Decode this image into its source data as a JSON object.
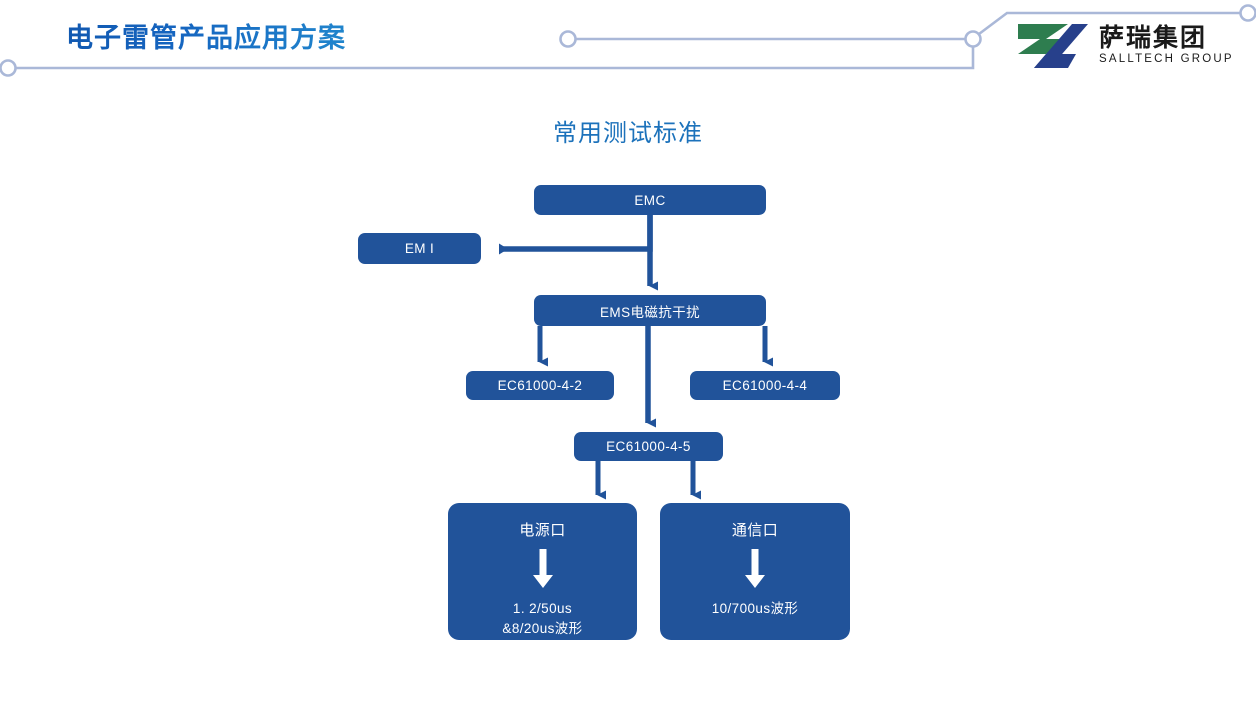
{
  "header": {
    "title": "电子雷管产品应用方案",
    "title_color": "#1565C0",
    "line_color": "#aab8d8",
    "logo": {
      "name_cn": "萨瑞集团",
      "name_en": "SALLTECH GROUP",
      "mark_green": "#2e7d4f",
      "mark_blue": "#27408b"
    }
  },
  "section": {
    "heading": "常用测试标准",
    "heading_color": "#1c72bb"
  },
  "chart_data": {
    "type": "diagram",
    "title": "常用测试标准",
    "node_fill": "#21539A",
    "node_text_color": "#ffffff",
    "connector_color": "#21539A",
    "nodes": [
      {
        "id": "emc",
        "label": "EMC"
      },
      {
        "id": "emi",
        "label": "EM I"
      },
      {
        "id": "ems",
        "label": "EMS电磁抗干扰"
      },
      {
        "id": "ec442",
        "label": "EC61000-4-2"
      },
      {
        "id": "ec444",
        "label": "EC61000-4-4"
      },
      {
        "id": "ec445",
        "label": "EC61000-4-5"
      },
      {
        "id": "power",
        "label": "电源口",
        "detail": "1. 2/50us\n&8/20us波形"
      },
      {
        "id": "comm",
        "label": "通信口",
        "detail": "10/700us波形"
      }
    ],
    "edges": [
      {
        "from": "emc",
        "to": "emi"
      },
      {
        "from": "emc",
        "to": "ems"
      },
      {
        "from": "ems",
        "to": "ec442"
      },
      {
        "from": "ems",
        "to": "ec444"
      },
      {
        "from": "ems",
        "to": "ec445"
      },
      {
        "from": "ec445",
        "to": "power"
      },
      {
        "from": "ec445",
        "to": "comm"
      }
    ]
  }
}
